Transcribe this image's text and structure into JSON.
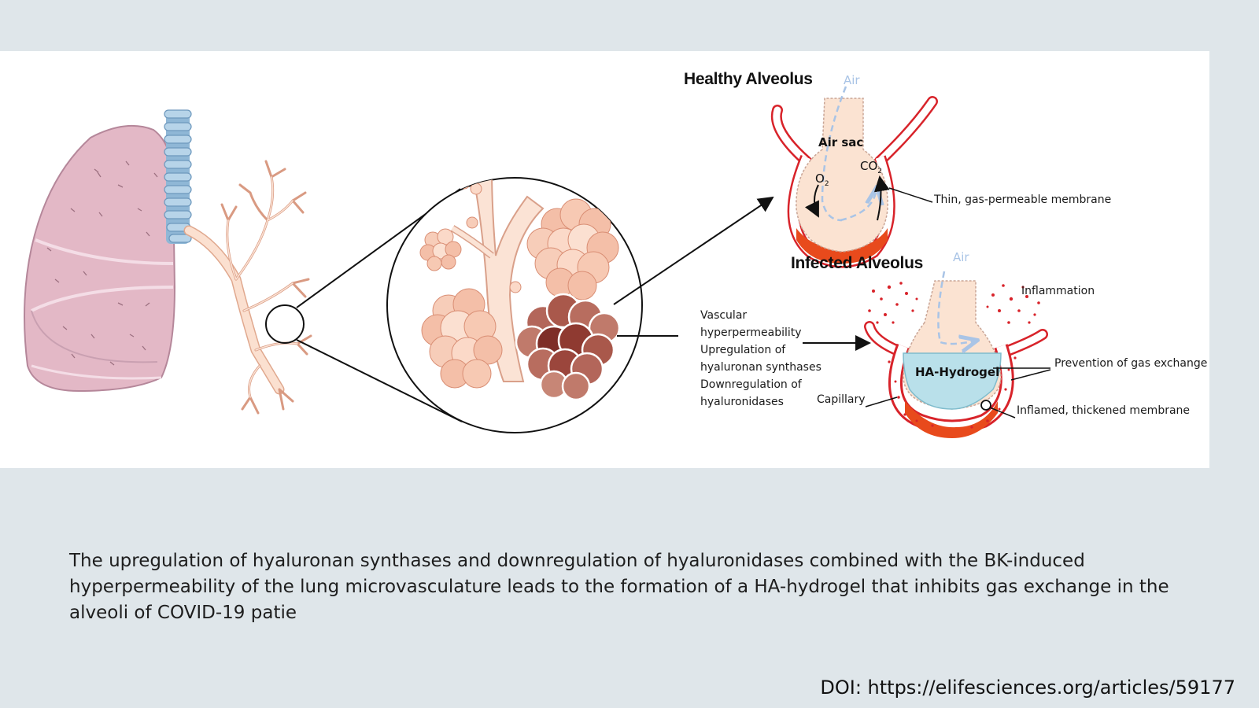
{
  "diagram": {
    "healthy_title": "Healthy Alveolus",
    "infected_title": "Infected Alveolus",
    "air_label": "Air",
    "air_sac_label": "Air sac",
    "o2_label": "O",
    "o2_sub": "2",
    "co2_label": "CO",
    "co2_sub": "2",
    "thin_membrane_label": "Thin, gas-permeable membrane",
    "inflammation_label": "Inflammation",
    "hydrogel_label": "HA-Hydrogel",
    "prevention_label": "Prevention of gas exchange",
    "capillary_label": "Capillary",
    "inflamed_membrane_label": "Inflamed, thickened membrane",
    "mechanism_lines": [
      "Vascular",
      "hyperpermeability",
      "Upregulation of",
      "hyaluronan synthases",
      "Downregulation of",
      "hyaluronidases"
    ]
  },
  "caption": "The upregulation of hyaluronan synthases and downregulation of hyaluronidases combined with the BK-induced hyperpermeability of the lung microvasculature leads to the formation of a HA-hydrogel that inhibits gas exchange in the alveoli of COVID-19 patie",
  "doi": "DOI: https://elifesciences.org/articles/59177",
  "colors": {
    "background": "#dfe6ea",
    "panel": "#ffffff",
    "lung": "#e3b8c6",
    "vessel_red": "#d8232a",
    "hydrogel": "#b9e0ea",
    "air_blue": "#a9c4e6",
    "sac": "#fbe3d2"
  },
  "icons": [
    "lung-illustration",
    "trachea-icon",
    "bronchial-tree-icon",
    "alveoli-cluster-icon",
    "healthy-alveolus-icon",
    "infected-alveolus-icon"
  ]
}
